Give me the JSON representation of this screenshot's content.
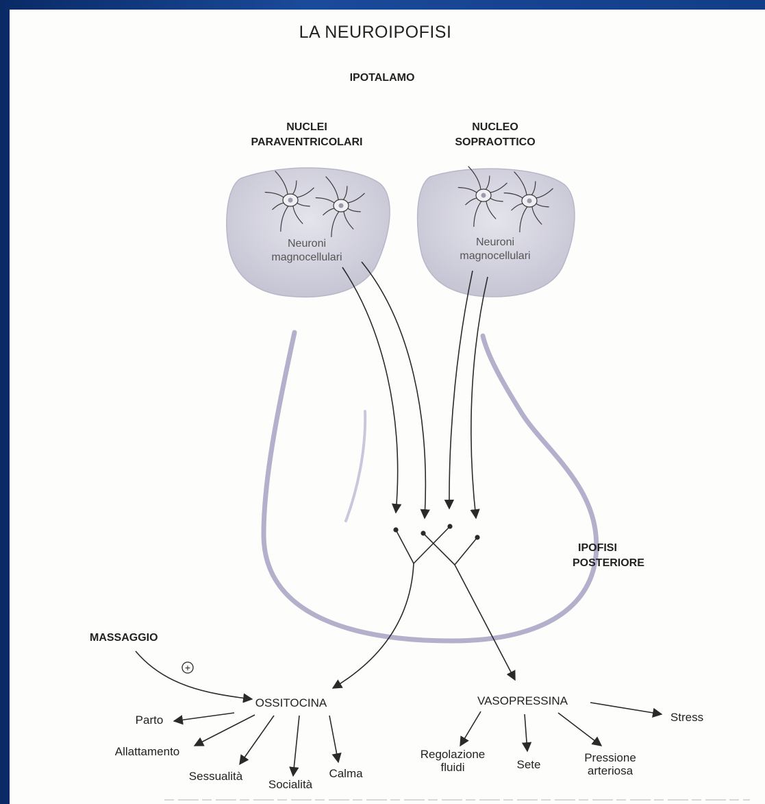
{
  "title": "LA NEUROIPOFISI",
  "labels": {
    "hypothalamus": "IPOTALAMO",
    "paraventricular_l1": "NUCLEI",
    "paraventricular_l2": "PARAVENTRICOLARI",
    "supraoptic_l1": "NUCLEO",
    "supraoptic_l2": "SOPRAOTTICO",
    "cells_l1": "Neuroni",
    "cells_l2": "magnocellulari",
    "posterior_l1": "IPOFISI",
    "posterior_l2": "POSTERIORE",
    "massage": "MASSAGGIO",
    "plus": "+"
  },
  "hormones": {
    "oxytocin": "OSSITOCINA",
    "vasopressin": "VASOPRESSINA"
  },
  "oxytocin_effects": [
    "Parto",
    "Allattamento",
    "Sessualità",
    "Socialità",
    "Calma"
  ],
  "vasopressin_effects": {
    "fluids_l1": "Regolazione",
    "fluids_l2": "fluidi",
    "thirst": "Sete",
    "pressure_l1": "Pressione",
    "pressure_l2": "arteriosa",
    "stress": "Stress"
  },
  "colors": {
    "nucleus_fill": "#d4d4de",
    "pituitary_stroke": "#b3b0cc",
    "arrow": "#2a2a2a"
  }
}
